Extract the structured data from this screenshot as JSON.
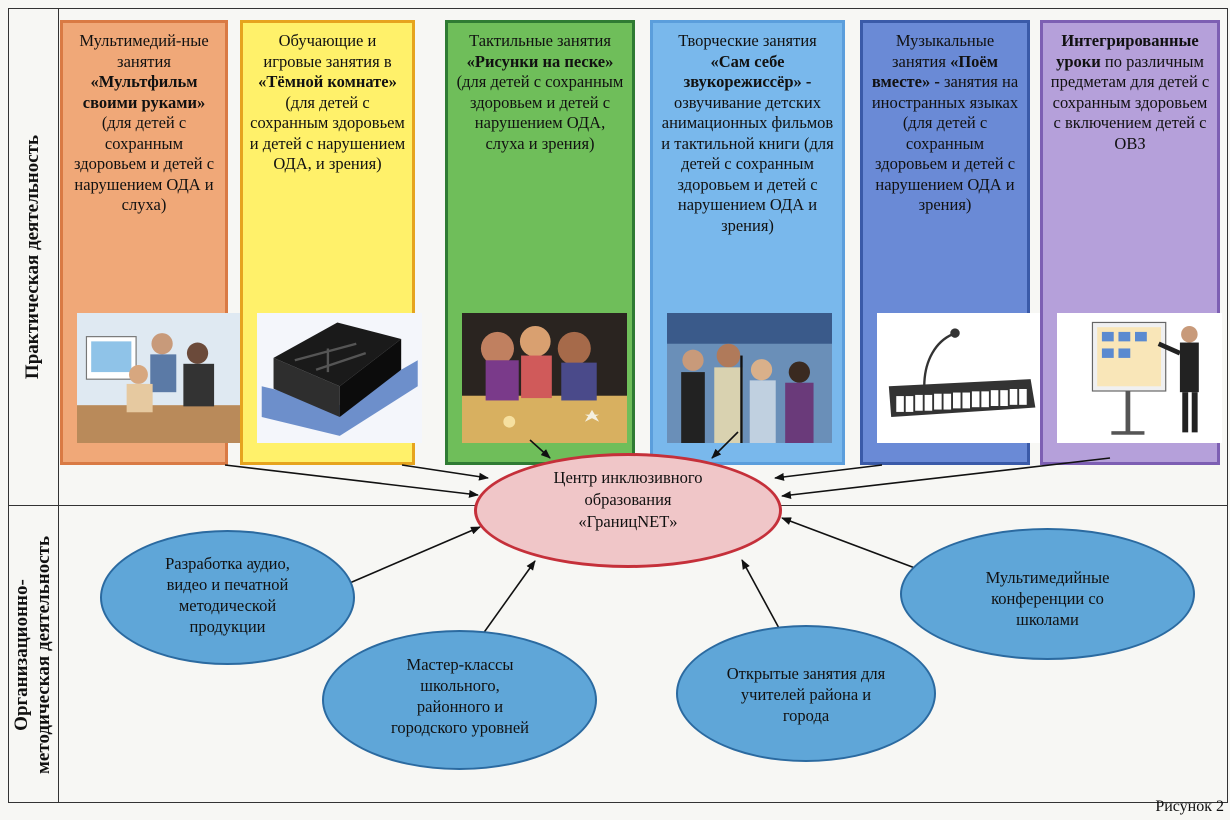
{
  "side_labels": {
    "practical": "Практическая деятельность",
    "organizational": "Организационно-методическая деятельность"
  },
  "columns": [
    {
      "name": "multimedia",
      "color": "#f0a878",
      "border": "#d97a44",
      "parts": [
        {
          "t": "Мультимедий-ные занятия ",
          "b": false
        },
        {
          "t": "«Мультфильм своими руками»",
          "b": true
        },
        {
          "t": " (для детей с сохранным здоровьем и детей с нарушением ОДА и слуха)",
          "b": false
        }
      ],
      "picture": "children-at-computer"
    },
    {
      "name": "dark-room",
      "color": "#fff16a",
      "border": "#e6a41e",
      "parts": [
        {
          "t": "Обучающие и игровые занятия в ",
          "b": false
        },
        {
          "t": "«Тёмной комнате»",
          "b": true
        },
        {
          "t": " (для детей с сохранным здоровьем и детей с нарушением ОДА, и зрения)",
          "b": false
        }
      ],
      "picture": "dark-room-model"
    },
    {
      "name": "sand",
      "color": "#6fbe5a",
      "border": "#2f7b33",
      "parts": [
        {
          "t": "Тактильные занятия ",
          "b": false
        },
        {
          "t": "«Рисунки на песке»",
          "b": true
        },
        {
          "t": " (для детей с сохранным здоровьем и детей с нарушением ОДА, слуха и зрения)",
          "b": false
        }
      ],
      "picture": "sand-drawing"
    },
    {
      "name": "sound",
      "color": "#79b8ec",
      "border": "#5b9edc",
      "parts": [
        {
          "t": "Творческие занятия ",
          "b": false
        },
        {
          "t": "«Сам себе звукорежиссёр» -",
          "b": true
        },
        {
          "t": " озвучивание детских анимационных фильмов и тактильной книги (для детей с сохранным здоровьем и детей с нарушением ОДА и зрения)",
          "b": false
        }
      ],
      "picture": "kids-singing"
    },
    {
      "name": "music",
      "color": "#6a8ad6",
      "border": "#3a5aa8",
      "parts": [
        {
          "t": "Музыкальные занятия ",
          "b": false
        },
        {
          "t": "«Поём вместе» -",
          "b": true
        },
        {
          "t": " занятия на иностранных языках (для детей с сохранным здоровьем и детей с нарушением ОДА и зрения)",
          "b": false
        }
      ],
      "picture": "synthesizer"
    },
    {
      "name": "integrated",
      "color": "#b5a0da",
      "border": "#7d5fb3",
      "parts": [
        {
          "t": "Интегрированные уроки",
          "b": true
        },
        {
          "t": " по различным предметам  для детей с сохранным здоровьем с включением детей с ОВЗ",
          "b": false
        }
      ],
      "picture": "interactive-board"
    }
  ],
  "center": {
    "lines": [
      "Центр инклюзивного",
      "образования",
      "«ГраницNET»"
    ],
    "fill": "#f0c6c8",
    "stroke": "#c5303a"
  },
  "ellipses": [
    {
      "name": "development",
      "lines": [
        "Разработка аудио,",
        "видео и печатной",
        "методической",
        "продукции"
      ]
    },
    {
      "name": "master-classes",
      "lines": [
        "Мастер-классы",
        "школьного,",
        "районного и",
        "городского уровней"
      ]
    },
    {
      "name": "open-lessons",
      "lines": [
        "Открытые занятия для",
        "учителей района и",
        "города"
      ]
    },
    {
      "name": "conferences",
      "lines": [
        "Мультимедийные",
        "конференции со",
        "школами"
      ]
    }
  ],
  "ellipse_color": "#5fa6d8",
  "figure_caption": "Рисунок 2"
}
